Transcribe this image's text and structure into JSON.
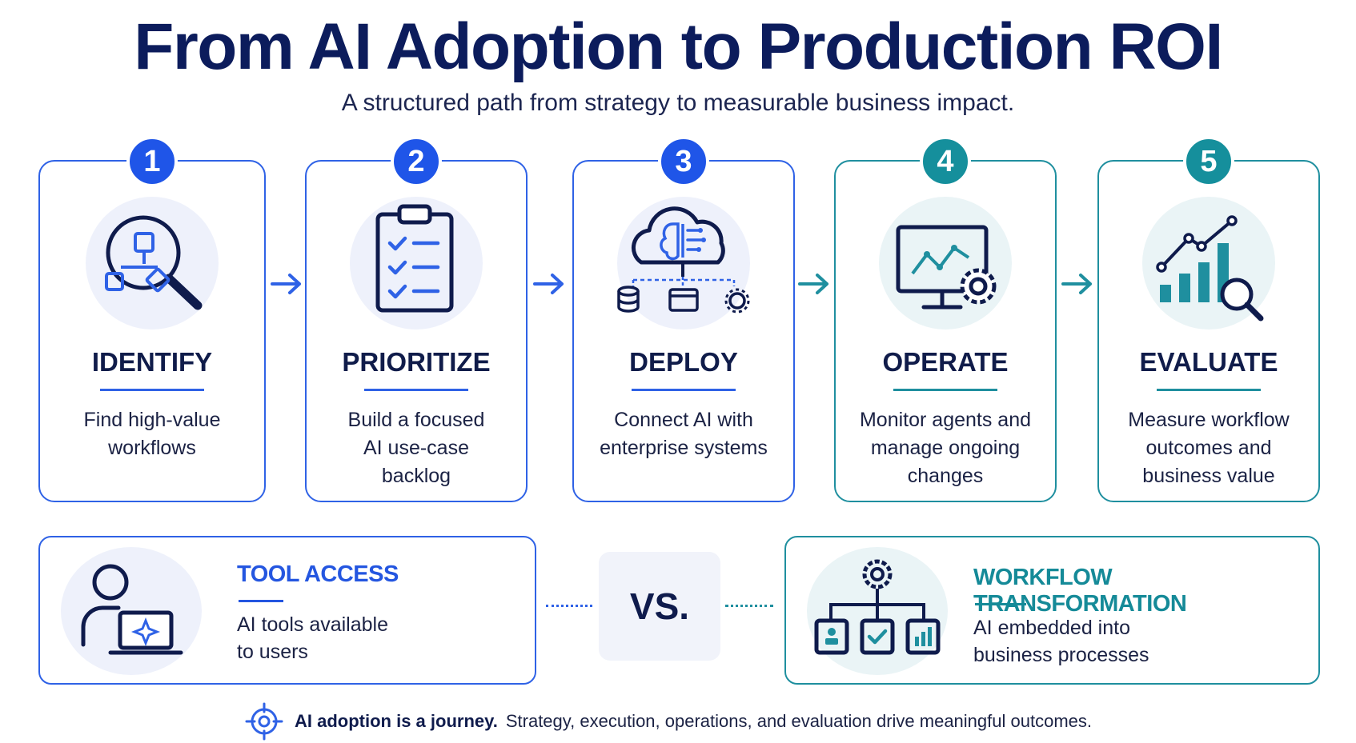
{
  "title": "From AI Adoption to Production ROI",
  "subtitle": "A structured path from strategy to measurable business impact.",
  "steps": [
    {
      "number": "1",
      "title": "IDENTIFY",
      "desc_lines": [
        "Find high-value",
        "workflows"
      ],
      "icon": "search-workflow-icon"
    },
    {
      "number": "2",
      "title": "PRIORITIZE",
      "desc_lines": [
        "Build a focused",
        "AI use-case",
        "backlog"
      ],
      "icon": "clipboard-checklist-icon"
    },
    {
      "number": "3",
      "title": "DEPLOY",
      "desc_lines": [
        "Connect AI with",
        "enterprise systems"
      ],
      "icon": "cloud-brain-icon"
    },
    {
      "number": "4",
      "title": "OPERATE",
      "desc_lines": [
        "Monitor agents and",
        "manage ongoing",
        "changes"
      ],
      "icon": "monitor-gear-icon"
    },
    {
      "number": "5",
      "title": "EVALUATE",
      "desc_lines": [
        "Measure workflow",
        "outcomes and",
        "business value"
      ],
      "icon": "chart-magnifier-icon"
    }
  ],
  "comparison": {
    "left": {
      "title": "TOOL ACCESS",
      "desc_lines": [
        "AI tools available",
        "to users"
      ],
      "icon": "user-laptop-icon"
    },
    "vs_label": "VS.",
    "right": {
      "title": "WORKFLOW TRANSFORMATION",
      "desc_lines": [
        "AI embedded into",
        "business processes"
      ],
      "icon": "gear-hierarchy-icon"
    }
  },
  "footer": {
    "strong": "AI adoption is a journey.",
    "rest": "Strategy, execution, operations, and evaluation drive meaningful outcomes.",
    "icon": "target-icon"
  },
  "colors": {
    "blue": "#1f55e8",
    "teal": "#158f9c",
    "navy": "#0c1c5c"
  }
}
